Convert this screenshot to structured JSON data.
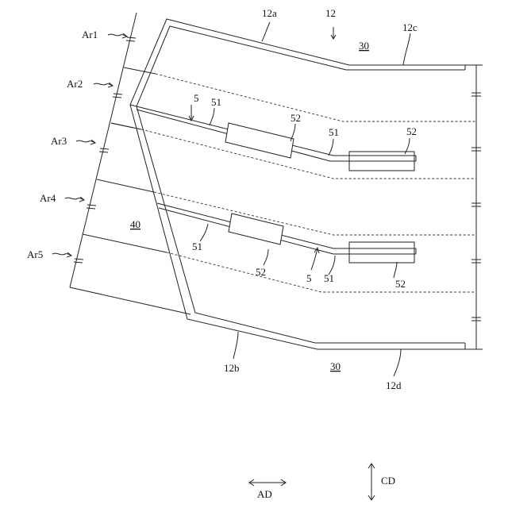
{
  "labels": {
    "l_12": "12",
    "l_12a": "12a",
    "l_12b": "12b",
    "l_12c": "12c",
    "l_12d": "12d",
    "l_30_top": "30",
    "l_30_bottom": "30",
    "l_40": "40",
    "ar1": "Ar1",
    "ar2": "Ar2",
    "ar3": "Ar3",
    "ar4": "Ar4",
    "ar5": "Ar5",
    "l_5_upper": "5",
    "l_5_lower": "5",
    "l_51_upper_a": "51",
    "l_51_upper_b": "51",
    "l_51_lower_a": "51",
    "l_51_lower_b": "51",
    "l_52_upper_a": "52",
    "l_52_upper_b": "52",
    "l_52_lower_a": "52",
    "l_52_lower_b": "52",
    "ad": "AD",
    "cd": "CD"
  }
}
